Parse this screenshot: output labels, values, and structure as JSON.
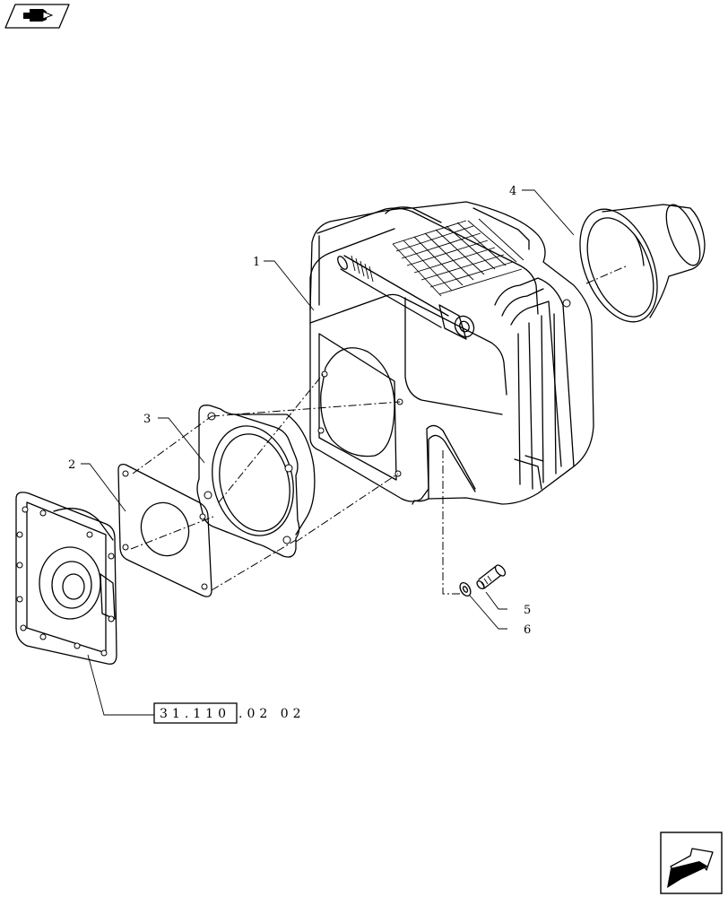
{
  "callouts": [
    {
      "id": "1",
      "label": "1"
    },
    {
      "id": "2",
      "label": "2"
    },
    {
      "id": "3",
      "label": "3"
    },
    {
      "id": "4",
      "label": "4"
    },
    {
      "id": "5",
      "label": "5"
    },
    {
      "id": "6",
      "label": "6"
    }
  ],
  "reference": {
    "boxed": "31.110",
    "suffix": ".02 02"
  },
  "icons": {
    "top_left": "book-arrow-icon",
    "bottom_right": "next-page-arrow-icon"
  }
}
